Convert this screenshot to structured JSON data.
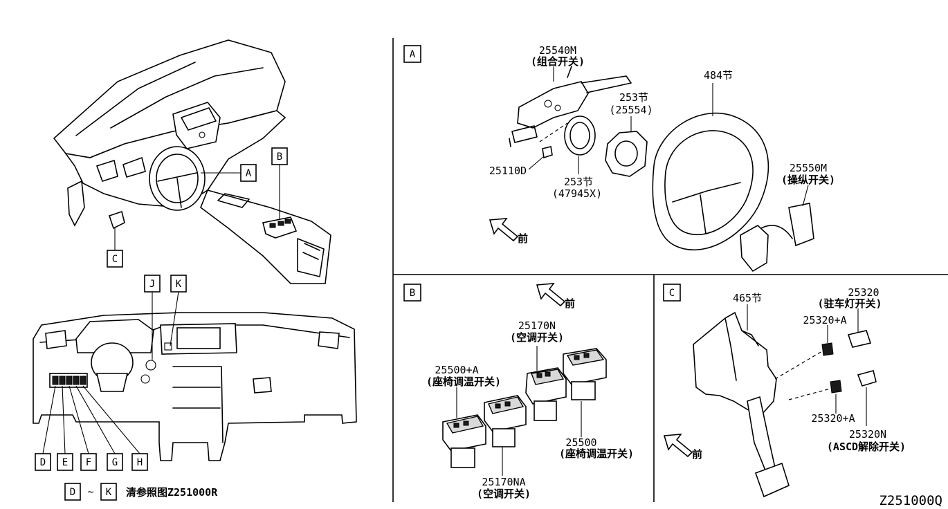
{
  "diagram_code": "Z251000Q",
  "overview": {
    "callouts": [
      "A",
      "B",
      "C"
    ],
    "dash_callouts": [
      "J",
      "K",
      "D",
      "E",
      "F",
      "G",
      "H"
    ],
    "note": {
      "from": "D",
      "connector": "~",
      "to": "K",
      "text": "清参照图Z251000R"
    }
  },
  "panel_a": {
    "tag": "A",
    "front_label": "前",
    "parts": [
      {
        "code": "25540M",
        "desc": "(组合开关)"
      },
      {
        "code": "253节",
        "desc": "(25554)"
      },
      {
        "code": "484节",
        "desc": ""
      },
      {
        "code": "25110D",
        "desc": ""
      },
      {
        "code": "253节",
        "desc": "(47945X)"
      },
      {
        "code": "25550M",
        "desc": "(操纵开关)"
      }
    ]
  },
  "panel_b": {
    "tag": "B",
    "front_label": "前",
    "parts": [
      {
        "code": "25170N",
        "desc": "(空调开关)"
      },
      {
        "code": "25500+A",
        "desc": "(座椅调温开关)"
      },
      {
        "code": "25500",
        "desc": "(座椅调温开关)"
      },
      {
        "code": "25170NA",
        "desc": "(空调开关)"
      }
    ]
  },
  "panel_c": {
    "tag": "C",
    "front_label": "前",
    "parts": [
      {
        "code": "465节",
        "desc": ""
      },
      {
        "code": "25320",
        "desc": "(驻车灯开关)"
      },
      {
        "code": "25320+A",
        "desc": ""
      },
      {
        "code": "25320+A",
        "desc": ""
      },
      {
        "code": "25320N",
        "desc": "(ASCD解除开关)"
      }
    ]
  }
}
